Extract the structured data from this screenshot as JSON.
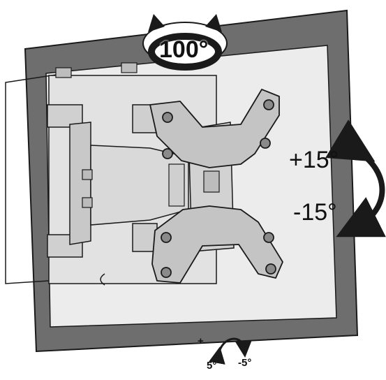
{
  "labels": {
    "rotation": "100°",
    "tilt_up": "+15°",
    "tilt_down": "-15°",
    "swivel_plus": "+",
    "swivel_left": "5°",
    "swivel_right": "-5°"
  },
  "colors": {
    "tv_frame": "#6e6e6e",
    "screen": "#ececec",
    "bracket": "#c8c8c8",
    "line": "#1a1a1a",
    "arrow": "#1a1a1a"
  },
  "icons": {
    "rotation": "rotate-arrows-icon",
    "tilt": "tilt-arrow-icon",
    "swivel": "swivel-arrow-icon"
  }
}
